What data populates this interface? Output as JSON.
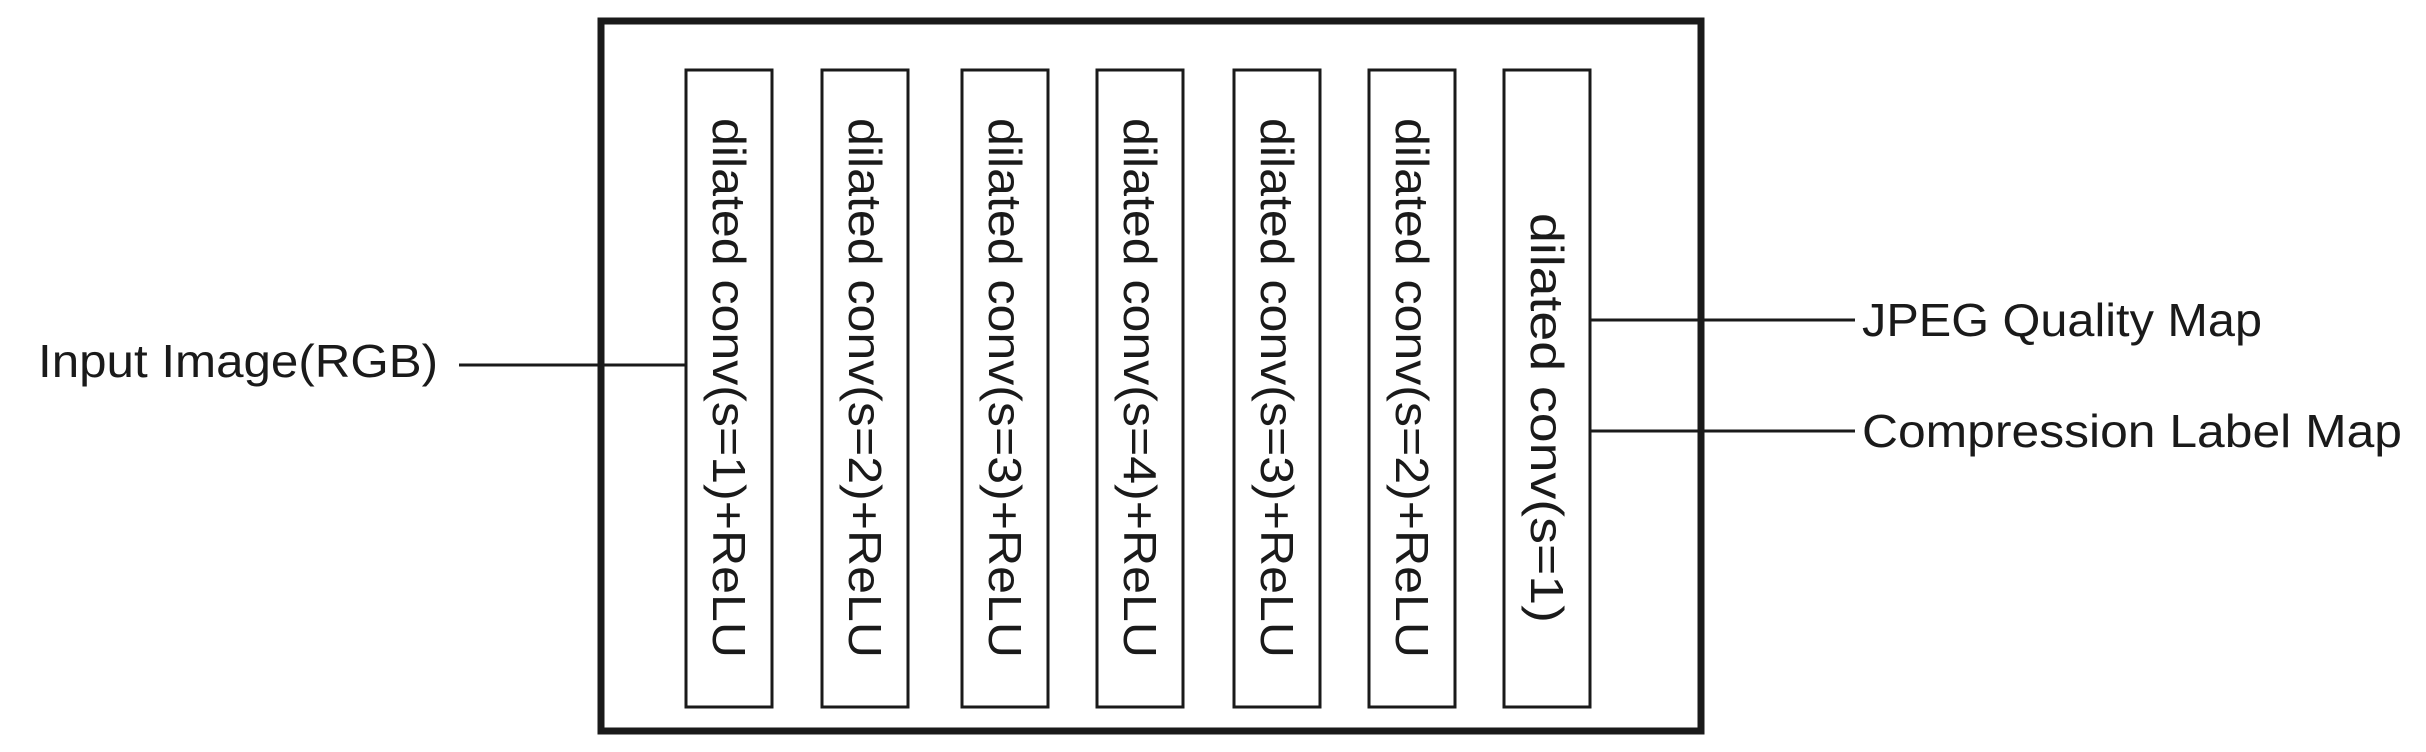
{
  "input": {
    "label": "Input Image(RGB)"
  },
  "layers": [
    {
      "label": "dilated conv(s=1)+ReLU"
    },
    {
      "label": "dilated conv(s=2)+ReLU"
    },
    {
      "label": "dilated conv(s=3)+ReLU"
    },
    {
      "label": "dilated conv(s=4)+ReLU"
    },
    {
      "label": "dilated conv(s=3)+ReLU"
    },
    {
      "label": "dilated conv(s=2)+ReLU"
    },
    {
      "label": "dilated conv(s=1)"
    }
  ],
  "outputs": [
    {
      "label": "JPEG Quality Map"
    },
    {
      "label": "Compression Label Map"
    }
  ],
  "colors": {
    "stroke": "#1a1a1a",
    "background": "#ffffff"
  }
}
